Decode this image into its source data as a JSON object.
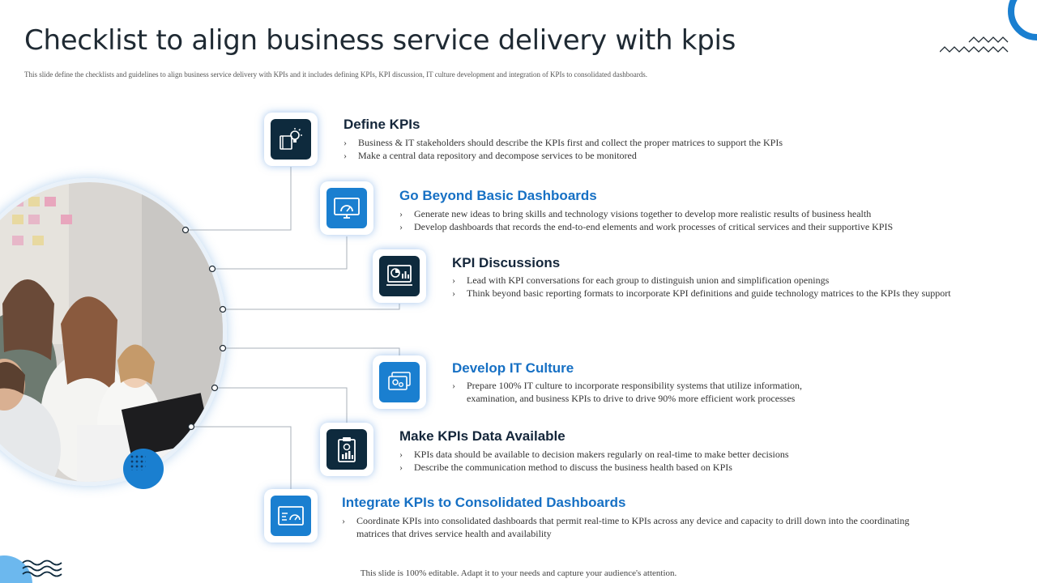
{
  "header": {
    "title": "Checklist to align business service delivery with kpis",
    "subtitle": "This slide define the checklists and guidelines to align business service delivery with KPIs and it includes defining KPIs, KPI discussion, IT culture development and integration of KPIs to consolidated dashboards."
  },
  "steps": [
    {
      "title": "Define KPIs",
      "icon": "lightbulb-book-icon",
      "bullets": [
        "Business & IT  stakeholders should describe the KPIs first and collect the proper matrices  to support the KPIs",
        "Make a central data repository and decompose services to be monitored"
      ]
    },
    {
      "title": "Go Beyond Basic Dashboards",
      "icon": "monitor-gauge-icon",
      "bullets": [
        "Generate  new ideas to bring skills  and technology visions together to develop more realistic  results of business health",
        "Develop  dashboards that records the end-to-end elements  and work processes of critical  services and their supportive KPIS"
      ]
    },
    {
      "title": "KPI Discussions",
      "icon": "analytics-monitor-icon",
      "bullets": [
        "Lead with KPI  conversations for each group to distinguish union and simplification  openings",
        "Think beyond basic reporting formats to incorporate KPI  definitions and guide technology matrices to the KPIs they support"
      ]
    },
    {
      "title": "Develop IT Culture",
      "icon": "settings-cards-icon",
      "bullets": [
        "Prepare 100%  IT culture to incorporate responsibility systems that utilize  information, examination,  and business KPIs to drive to drive 90% more efficient work processes"
      ]
    },
    {
      "title": "Make KPIs Data Available",
      "icon": "clipboard-chart-icon",
      "bullets": [
        "KPIs data should be available  to decision makers  regularly  on real-time  to make  better decisions",
        "Describe  the communication  method to discuss the business health based on KPIs"
      ]
    },
    {
      "title": "Integrate KPIs to Consolidated Dashboards",
      "icon": "dashboard-gauge-icon",
      "bullets": [
        "Coordinate KPIs into consolidated dashboards that permit real-time  to KPIs across any device and capacity to drill  down into the coordinating matrices  that drives service health and availability"
      ]
    }
  ],
  "footer": {
    "text": "This slide is 100% editable.  Adapt it to your needs and capture your audience's  attention."
  },
  "colors": {
    "accent_blue": "#1a7fd0",
    "dark_navy": "#0e2a3d",
    "title_blue": "#1670c4"
  }
}
